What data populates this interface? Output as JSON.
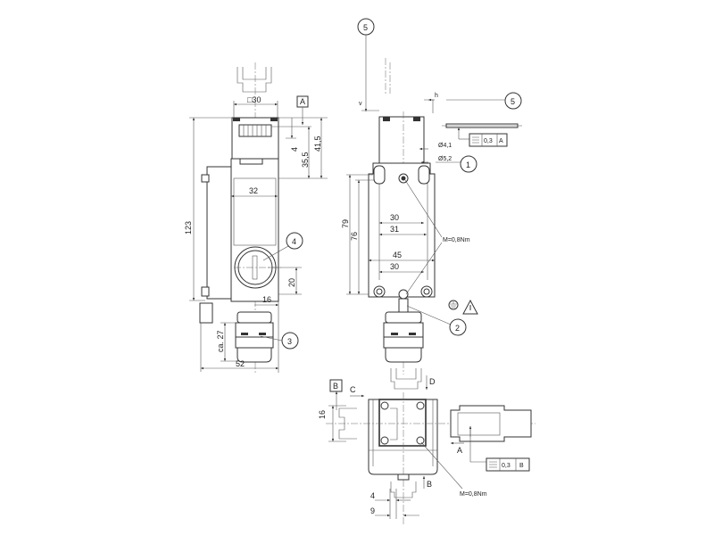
{
  "left_view": {
    "square_30": "□30",
    "datum_a": "A",
    "dim_4": "4",
    "dim_35_5": "35,5",
    "dim_41_5": "41,5",
    "dim_32": "32",
    "dim_123": "123",
    "dim_20": "20",
    "dim_16": "16",
    "dim_ca27": "ca. 27",
    "dim_52": "52",
    "callout_3": "3",
    "callout_4": "4"
  },
  "right_view": {
    "callout_5_top": "5",
    "label_v": "v",
    "label_h": "h",
    "callout_5_right": "5",
    "tolerance_value": "0,3",
    "tolerance_datum": "A",
    "dia_4_1": "Ø4,1",
    "dia_5_2": "Ø5,2",
    "callout_1": "1",
    "dim_79": "79",
    "dim_76": "76",
    "dim_30_top": "30",
    "dim_31": "31",
    "torque": "M=0,8Nm",
    "dim_45": "45",
    "dim_30_bottom": "30",
    "callout_2": "2"
  },
  "bottom_view": {
    "datum_b": "B",
    "label_c": "C",
    "label_d": "D",
    "dim_16": "16",
    "label_a": "A",
    "tolerance_value": "0,3",
    "tolerance_datum": "B",
    "label_b_arrow": "B",
    "torque": "M=0,8Nm",
    "dim_4": "4",
    "dim_9": "9"
  }
}
